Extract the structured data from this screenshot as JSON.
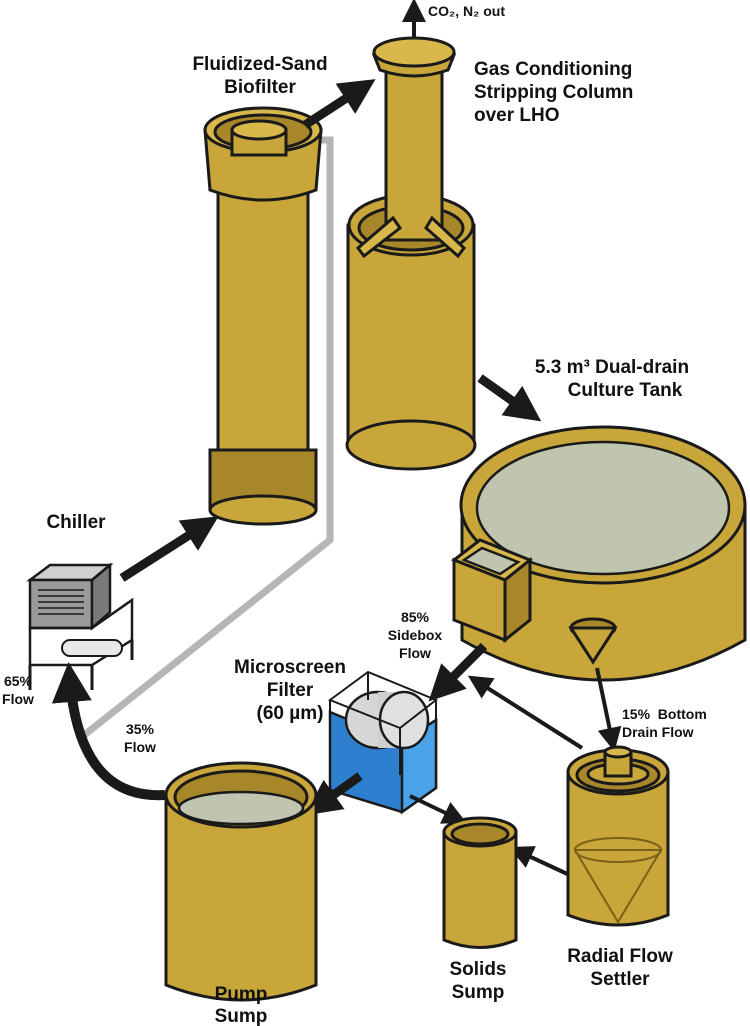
{
  "labels": {
    "gas_out": "CO₂, N₂ out",
    "biofilter_l1": "Fluidized-Sand",
    "biofilter_l2": "Biofilter",
    "stripping_l1": "Gas Conditioning",
    "stripping_l2": "Stripping Column",
    "stripping_l3": "over LHO",
    "tank_l1": "5.3 m³ Dual-drain",
    "tank_l2": "Culture Tank",
    "chiller": "Chiller",
    "microscreen_l1": "Microscreen",
    "microscreen_l2": "Filter",
    "microscreen_l3": "(60 µm)",
    "sidebox_l1": "85%",
    "sidebox_l2": "Sidebox",
    "sidebox_l3": "Flow",
    "bottom_l1": "15%  Bottom",
    "bottom_l2": "Drain Flow",
    "flow65_l1": "65%",
    "flow65_l2": "Flow",
    "flow35_l1": "35%",
    "flow35_l2": "Flow",
    "pump_l1": "Pump",
    "pump_l2": "Sump",
    "solids_l1": "Solids",
    "solids_l2": "Sump",
    "settler_l1": "Radial Flow",
    "settler_l2": "Settler"
  },
  "colors": {
    "tank_gold": "#c9a63a",
    "water": "#bfc5ae",
    "filter_blue": "#2f7fd0",
    "chiller_gray": "#9a9a9a",
    "arrow_dark": "#1a1a1a",
    "pipe_gray": "#b5b5b5"
  }
}
